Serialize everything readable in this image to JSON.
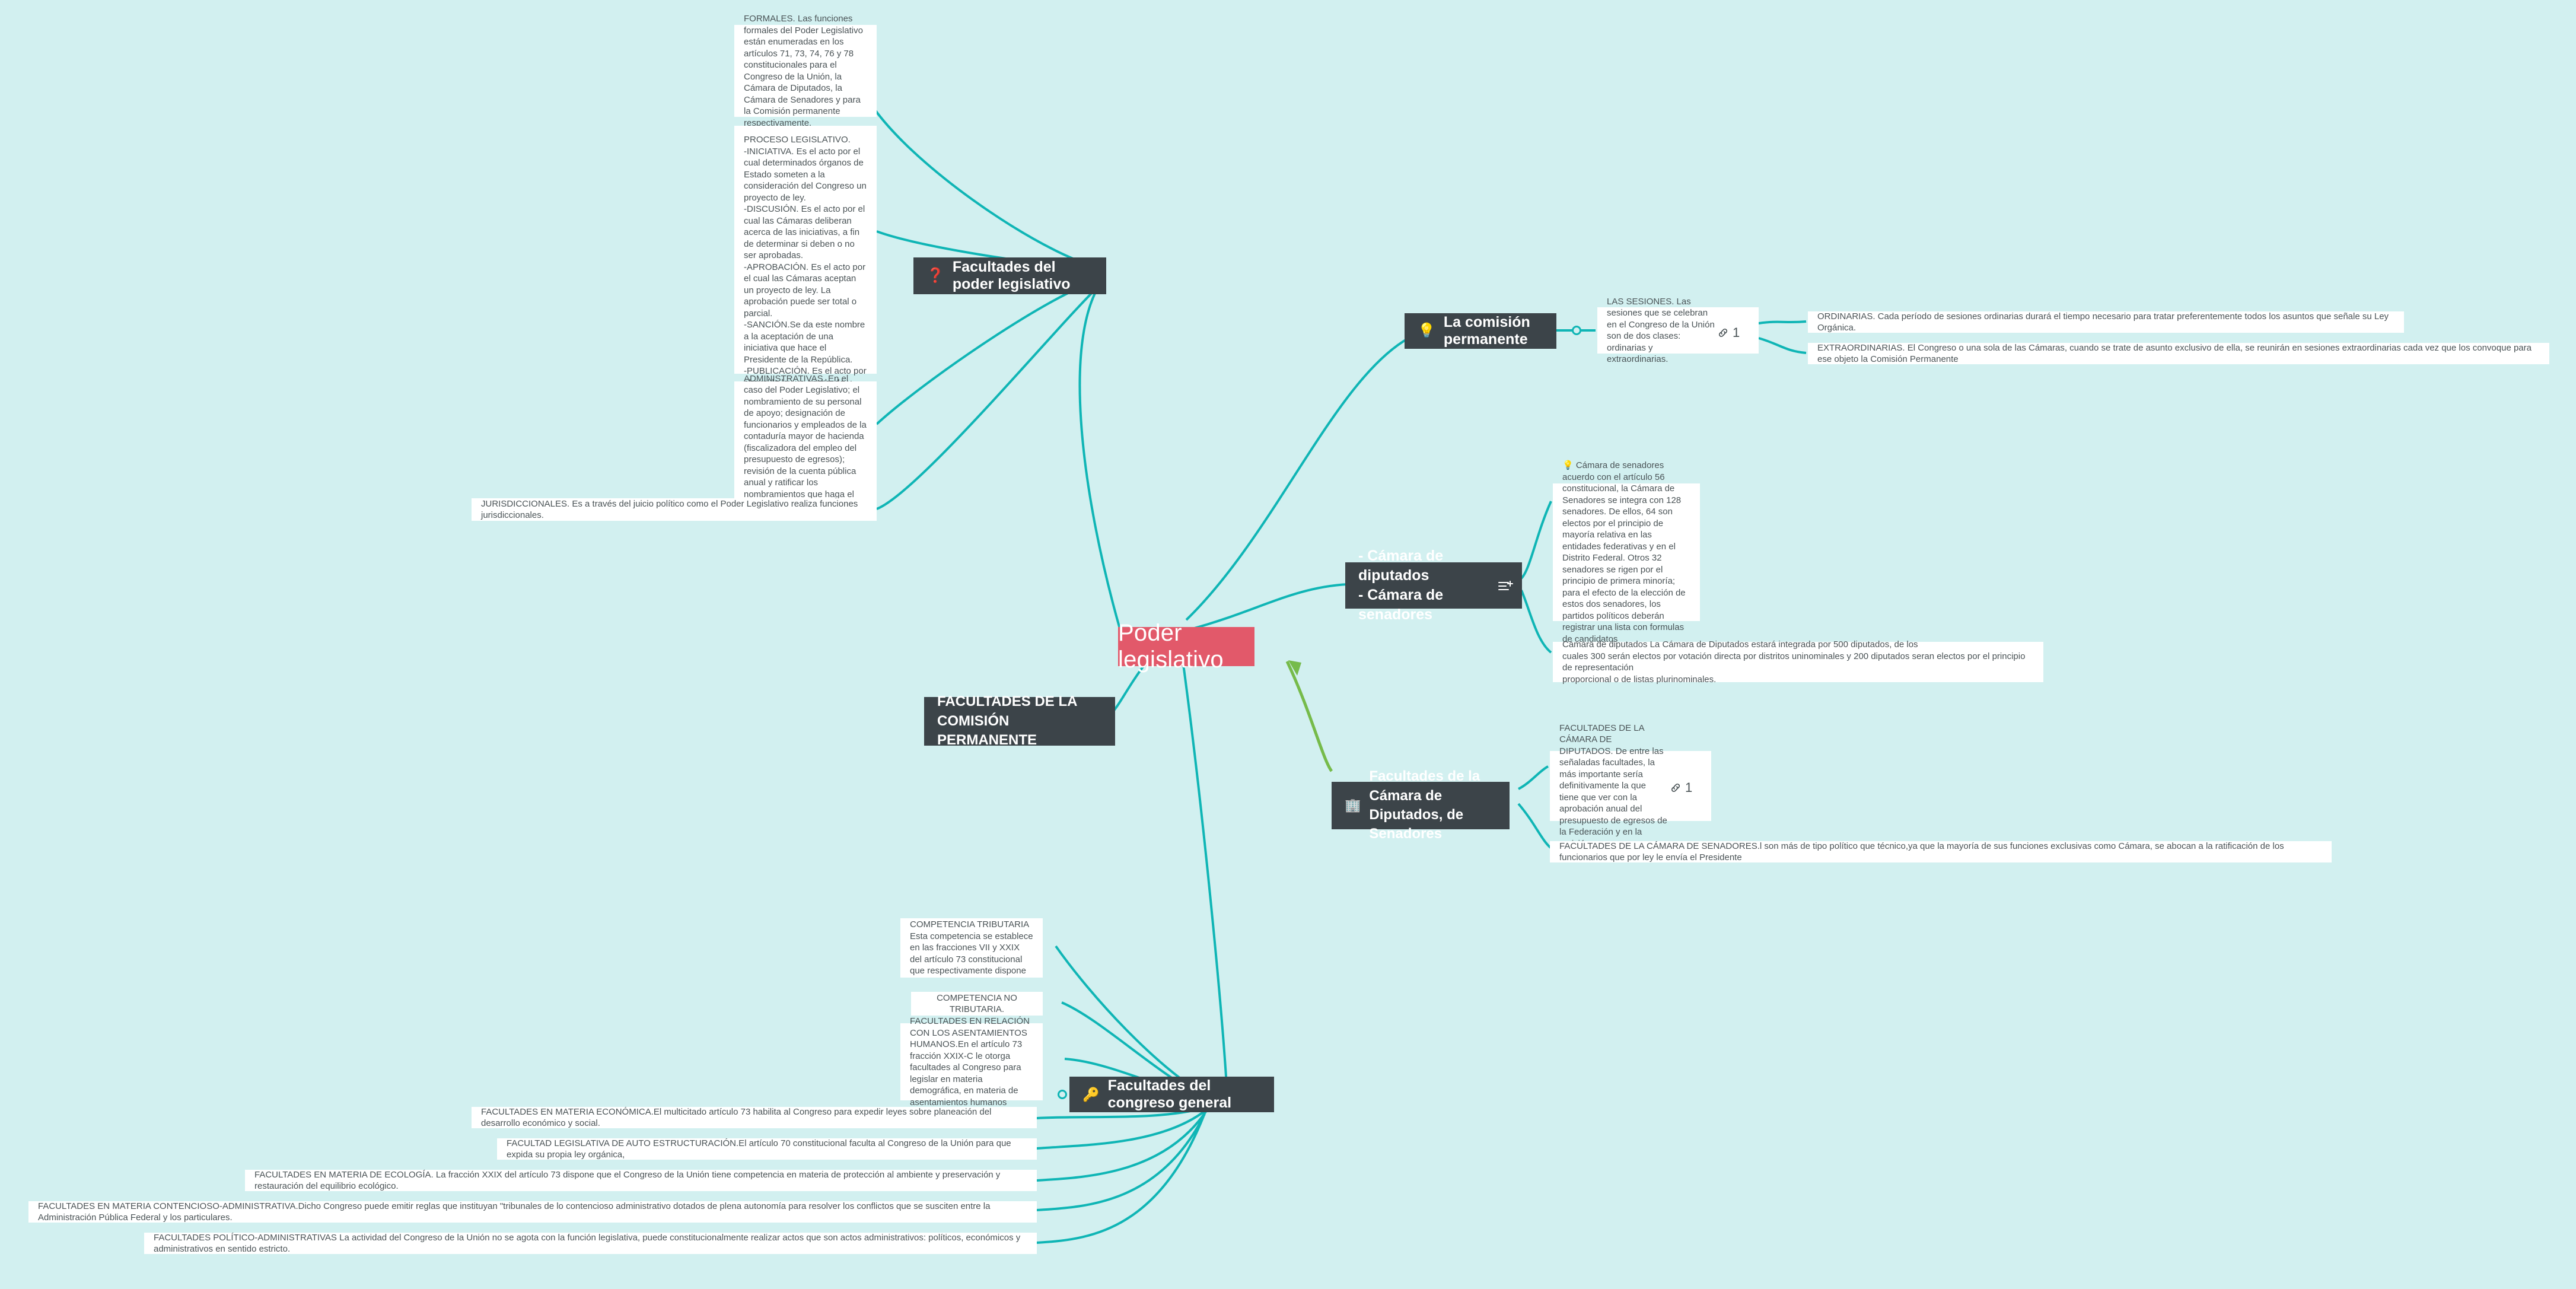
{
  "theme": {
    "background": "#d2f0f0",
    "root_fill": "#e2596a",
    "branch_fill": "#3c4449",
    "leaf_fill": "#ffffff",
    "leaf_text": "#4a5356",
    "link_color": "#0fb5b5",
    "green_link_color": "#76bb4a"
  },
  "root": {
    "label": "Poder legislativo"
  },
  "branches": {
    "facultades_poder_legislativo": {
      "icon": "question-mark-icon",
      "icon_glyph": "❓",
      "label": "Facultades del poder legislativo"
    },
    "comision_permanente": {
      "icon": "lightbulb-icon",
      "icon_glyph": "💡",
      "label": "La comisión permanente"
    },
    "camaras": {
      "icon": "",
      "icon_glyph": "",
      "label": "- Cámara de diputados\n- Cámara de senadores",
      "note_icon": "add-lines-icon"
    },
    "facultades_comision_permanente": {
      "icon": "",
      "icon_glyph": "",
      "label": "FACULTADES DE LA COMISIÓN\nPERMANENTE"
    },
    "facultades_camara": {
      "icon": "building-icon",
      "icon_glyph": "🏢",
      "label": "Facultades de la Cámara de\nDiputados, de Senadores"
    },
    "facultades_congreso_general": {
      "icon": "key-icon",
      "icon_glyph": "🔑",
      "label": "Facultades del congreso general"
    }
  },
  "leaves": {
    "formales": "FORMALES. Las funciones formales del Poder Legislativo están enumeradas en los artículos 71, 73, 74, 76 y 78 constitucionales para el Congreso de la Unión, la Cámara de Diputados, la Cámara de Senadores y para la Comisión permanente respectivamente.",
    "proceso_legislativo": "PROCESO LEGISLATIVO.\n -INICIATIVA. Es el acto por el cual determinados órganos de Estado someten a la consideración del Congreso un proyecto de ley.\n  -DISCUSIÓN. Es el acto por el cual las Cámaras deliberan acerca de las iniciativas, a fin de determinar si deben o no ser aprobadas.\n -APROBACIÓN. Es el acto por el cual las Cámaras aceptan un proyecto de ley. La aprobación puede ser total o parcial.\n -SANCIÓN.Se da este nombre a la aceptación de una iniciativa que hace el Presidente de la República.\n   -PUBLICACIÓN. Es el acto por el cual la ley ya aprobada y sancionada se da a conocer a quienes deben cumplirla.\n-INICIACIÓN DE LA VIGENCIA. En México existen dos sistemas de iniciación de la vigencia, el sucesivo y el sincrónico",
    "administrativas": "ADMINISTRATIVAS. En el caso del Poder Legislativo; el nombramiento de su personal de apoyo; designación de funcionarios y empleados de la contaduría mayor de hacienda (fiscalizadora del empleo del presupuesto de egresos); revisión de la cuenta pública anual y ratificar los nombramientos que haga el Presidente, entre otras.",
    "jurisdiccionales": "JURISDICCIONALES. Es a través del juicio político como el Poder Legislativo realiza funciones jurisdiccionales.",
    "las_sesiones": "LAS SESIONES. Las sesiones que se celebran en el Congreso de la Unión son de dos clases: ordinarias y extraordinarias.",
    "las_sesiones_badge": "1",
    "ordinarias": "ORDINARIAS. Cada período de sesiones ordinarias durará el tiempo necesario para tratar preferentemente todos los asuntos que señale su Ley Orgánica.",
    "extraordinarias": "EXTRAORDINARIAS. El Congreso o una sola de las Cámaras, cuando se trate de asunto exclusivo de ella, se reunirán en sesiones extraordinarias cada vez que los convoque para ese objeto la Comisión Permanente",
    "camara_senadores": "💡 Cámara de senadores acuerdo con el artículo 56 constitucional, la Cámara de Senadores se integra con 128 senadores. De ellos, 64 son electos por el principio de mayoría relativa en las entidades federativas y en el Distrito Federal. Otros 32 senadores se rigen por el principio de primera minoría; para el efecto de la elección de estos dos senadores, los partidos políticos deberán registrar una lista con formulas de candidatos",
    "camara_diputados": "Cámara de diputados La Cámara de Diputados estará integrada por 500 diputados, de los\ncuales 300 serán electos por votación directa por distritos uninominales y 200 diputados seran electos por el principio de representación\nproporcional o de listas plurinominales.",
    "facultades_camara_diputados": "FACULTADES DE LA CÁMARA DE DIPUTADOS. De entre las señaladas facultades, la más importante sería definitivamente la que tiene que ver con la aprobación anual del presupuesto de egresos de la Federación y en la revisión,",
    "facultades_camara_diputados_badge": "1",
    "facultades_camara_senadores": "FACULTADES DE LA CÁMARA DE SENADORES.l son más de tipo político que técnico,ya que la mayoría de sus funciones exclusivas como Cámara, se abocan a la ratificación de los funcionarios que por ley le envía el Presidente",
    "competencia_tributaria": "COMPETENCIA TRIBUTARIA Esta competencia se establece en las fracciones VII y XXIX del artículo 73 constitucional que respectivamente dispone",
    "competencia_no_tributaria": "COMPETENCIA NO TRIBUTARIA.",
    "asentamientos_humanos": "FACULTADES EN RELACIÓN CON LOS ASENTAMIENTOS HUMANOS.En el artículo 73 fracción XXIX-C le otorga facultades al Congreso para legislar en materia demográfica, en materia de asentamientos humanos",
    "materia_economica": "FACULTADES EN MATERIA ECONÓMICA.El multicitado artículo 73 habilita al Congreso para expedir leyes sobre planeación del desarrollo económico y social.",
    "auto_estructuracion": "FACULTAD LEGISLATIVA DE AUTO ESTRUCTURACIÓN.El artículo 70 constitucional faculta al Congreso de la Unión para que expida su propia ley orgánica,",
    "materia_ecologia": "FACULTADES EN MATERIA DE ECOLOGÍA. La fracción XXIX del artículo 73 dispone que el Congreso de la Unión tiene competencia en materia de protección al ambiente y preservación y restauración del equilibrio ecológico.",
    "contencioso_administrativa": "FACULTADES EN MATERIA CONTENCIOSO-ADMINISTRATIVA.Dicho Congreso puede emitir reglas que instituyan \"tribunales de lo contencioso administrativo dotados de plena autonomía para resolver los conflictos que se susciten entre la Administración Pública Federal y los particulares.",
    "politico_administrativas": "FACULTADES POLÍTICO-ADMINISTRATIVAS La actividad del Congreso de la Unión no se agota con la función legislativa, puede constitucionalmente realizar actos que son actos administrativos: políticos, económicos y administrativos en sentido estricto."
  }
}
